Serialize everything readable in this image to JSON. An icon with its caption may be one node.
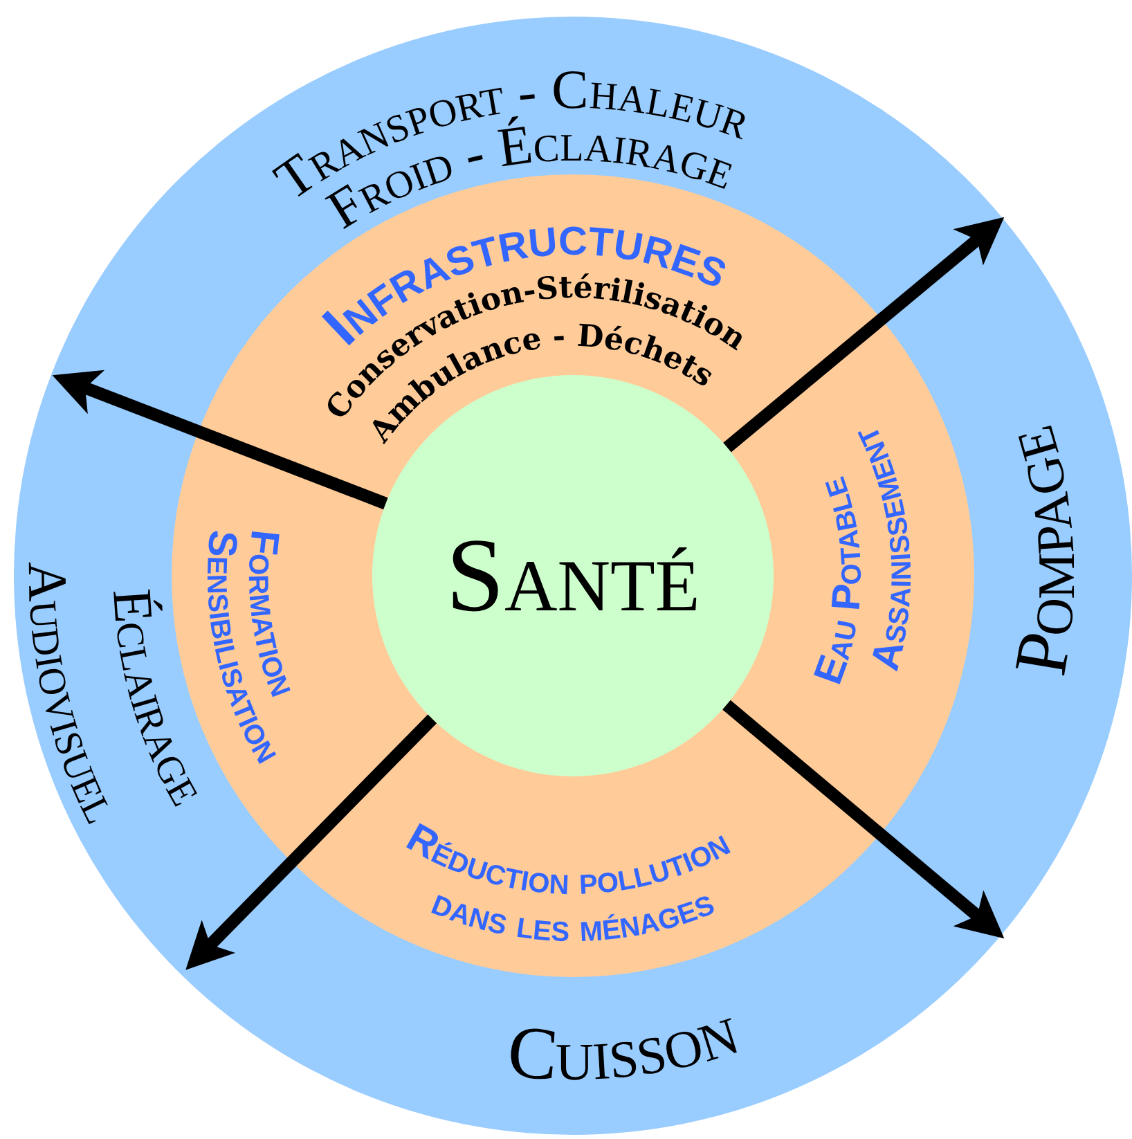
{
  "diagram": {
    "nodes": [
      {
        "text": [
          "Transport - Chaleur Froid - Éclairage",
          "Éclairage Audiovisuel",
          "Pompage",
          "Cuisson"
        ]
      },
      {
        "text": [
          "Infrastructures",
          "Conservation-Stérilisation Ambulance - Déchets",
          "Formation Sensibilisation",
          "Eau Potable Assainissement",
          "Réduction pollution dans les ménages"
        ],
        "in": 0
      },
      {
        "text": [
          "Santé"
        ],
        "in": 1
      }
    ],
    "edges": [
      {
        "from": 2,
        "to": null,
        "arrow": "to"
      },
      {
        "from": 2,
        "to": null,
        "arrow": "to"
      },
      {
        "from": 2,
        "to": null,
        "arrow": "to"
      },
      {
        "from": 2,
        "to": null,
        "arrow": "to"
      }
    ]
  }
}
